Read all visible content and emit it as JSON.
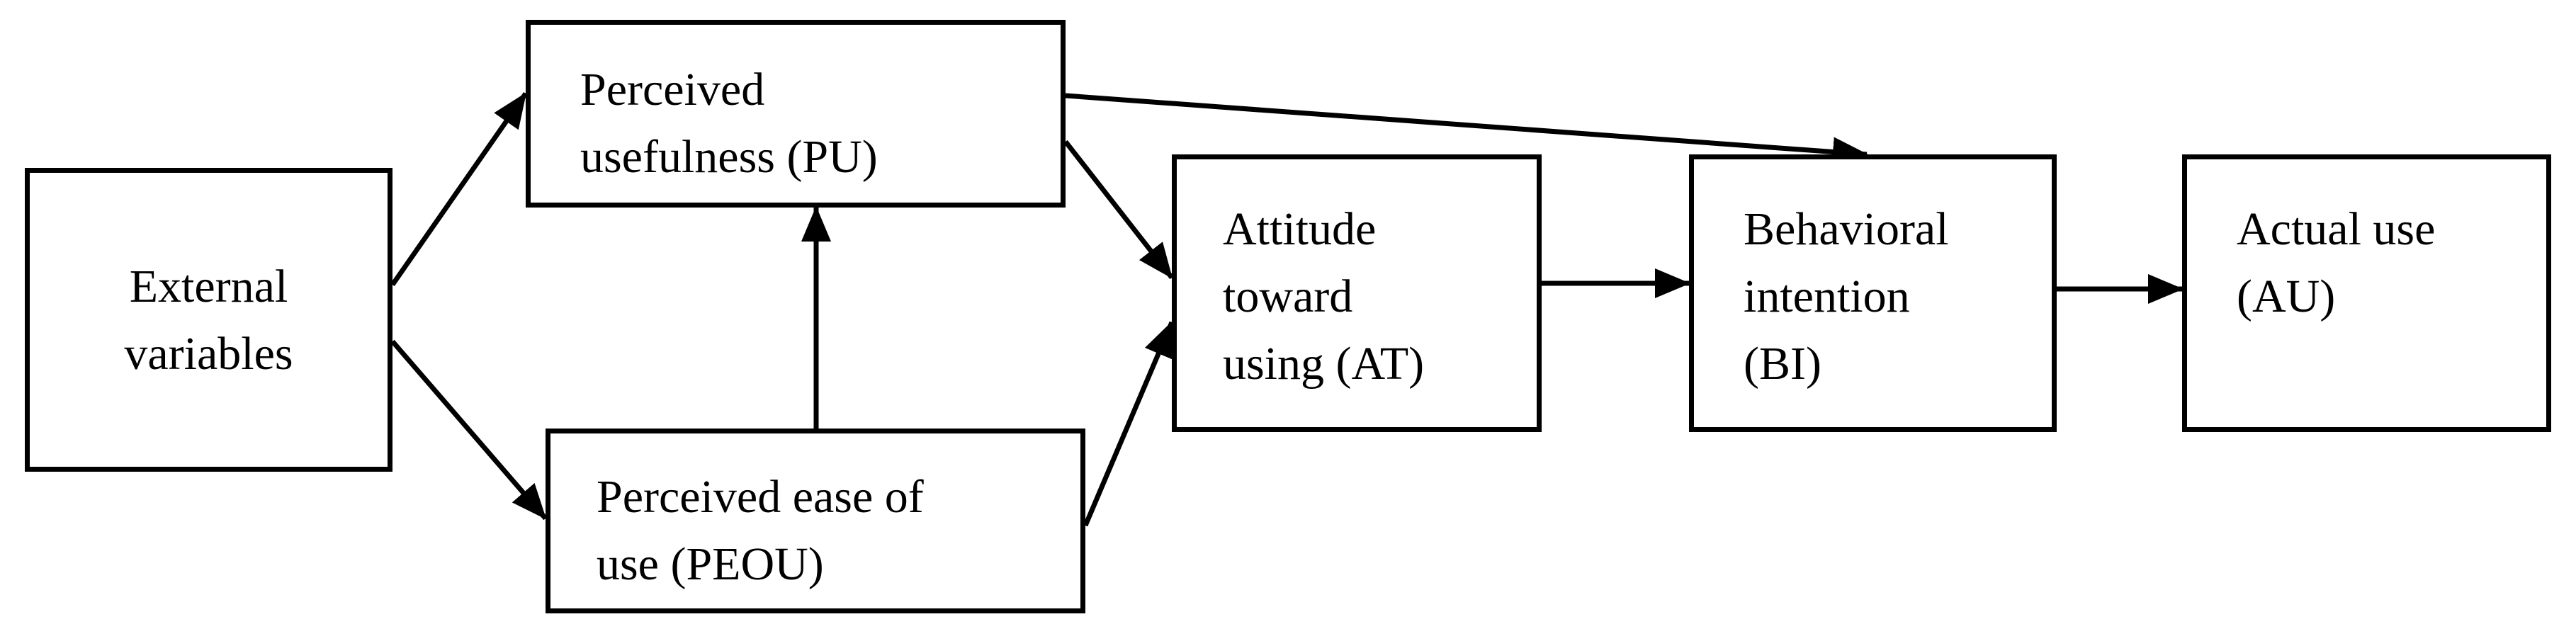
{
  "nodes": {
    "external": {
      "label": "External\nvariables"
    },
    "pu": {
      "label": "Perceived\nusefulness (PU)"
    },
    "peou": {
      "label": "Perceived ease of\nuse (PEOU)"
    },
    "at": {
      "label": "Attitude\ntoward\nusing (AT)"
    },
    "bi": {
      "label": "Behavioral\nintention\n(BI)"
    },
    "au": {
      "label": "Actual use\n(AU)"
    }
  },
  "edges": [
    {
      "from": "external",
      "to": "pu"
    },
    {
      "from": "external",
      "to": "peou"
    },
    {
      "from": "peou",
      "to": "pu"
    },
    {
      "from": "pu",
      "to": "at"
    },
    {
      "from": "peou",
      "to": "at"
    },
    {
      "from": "pu",
      "to": "bi"
    },
    {
      "from": "at",
      "to": "bi"
    },
    {
      "from": "bi",
      "to": "au"
    }
  ],
  "colors": {
    "stroke": "#000000",
    "background": "#ffffff"
  }
}
